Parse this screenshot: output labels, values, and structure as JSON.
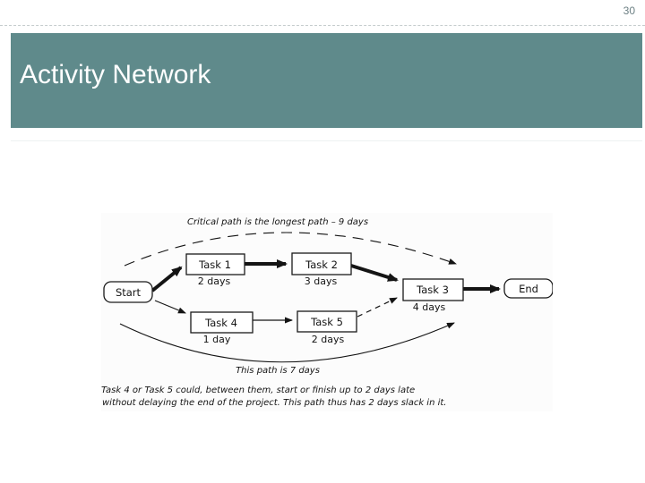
{
  "slide": {
    "page_number": "30",
    "title": "Activity Network"
  },
  "colors": {
    "header_bg": "#5f8a8b",
    "header_text": "#ffffff",
    "page_number_text": "#6d8084",
    "diagram_ink": "#141414"
  },
  "diagram": {
    "top_annotation": "Critical path is the longest path – 9 days",
    "bottom_annotation": "This path is 7 days",
    "caption": [
      "Task 4 or Task 5 could, between them, start or finish up to 2 days late",
      "without delaying the end of the project. This path thus has 2 days slack in it."
    ],
    "nodes": {
      "start": {
        "label": "Start"
      },
      "task1": {
        "label": "Task 1",
        "duration": "2 days"
      },
      "task2": {
        "label": "Task 2",
        "duration": "3 days"
      },
      "task3": {
        "label": "Task 3",
        "duration": "4 days"
      },
      "task4": {
        "label": "Task 4",
        "duration": "1 day"
      },
      "task5": {
        "label": "Task 5",
        "duration": "2 days"
      },
      "end": {
        "label": "End"
      }
    },
    "edges": [
      {
        "from": "Start",
        "to": "Task 1",
        "style": "critical-thick"
      },
      {
        "from": "Task 1",
        "to": "Task 2",
        "style": "critical-thick"
      },
      {
        "from": "Task 2",
        "to": "Task 3",
        "style": "critical-thick"
      },
      {
        "from": "Task 3",
        "to": "End",
        "style": "critical-thick"
      },
      {
        "from": "Start",
        "to": "Task 4",
        "style": "thin"
      },
      {
        "from": "Task 4",
        "to": "Task 5",
        "style": "thin"
      },
      {
        "from": "Task 5",
        "to": "Task 3",
        "style": "thin-dashed"
      },
      {
        "from": "Start",
        "to": "Task 3",
        "style": "arc-dashed-top",
        "note": "critical path length arc"
      },
      {
        "from": "Start",
        "to": "Task 3",
        "style": "arc-solid-bottom",
        "note": "slack path length arc"
      }
    ]
  }
}
